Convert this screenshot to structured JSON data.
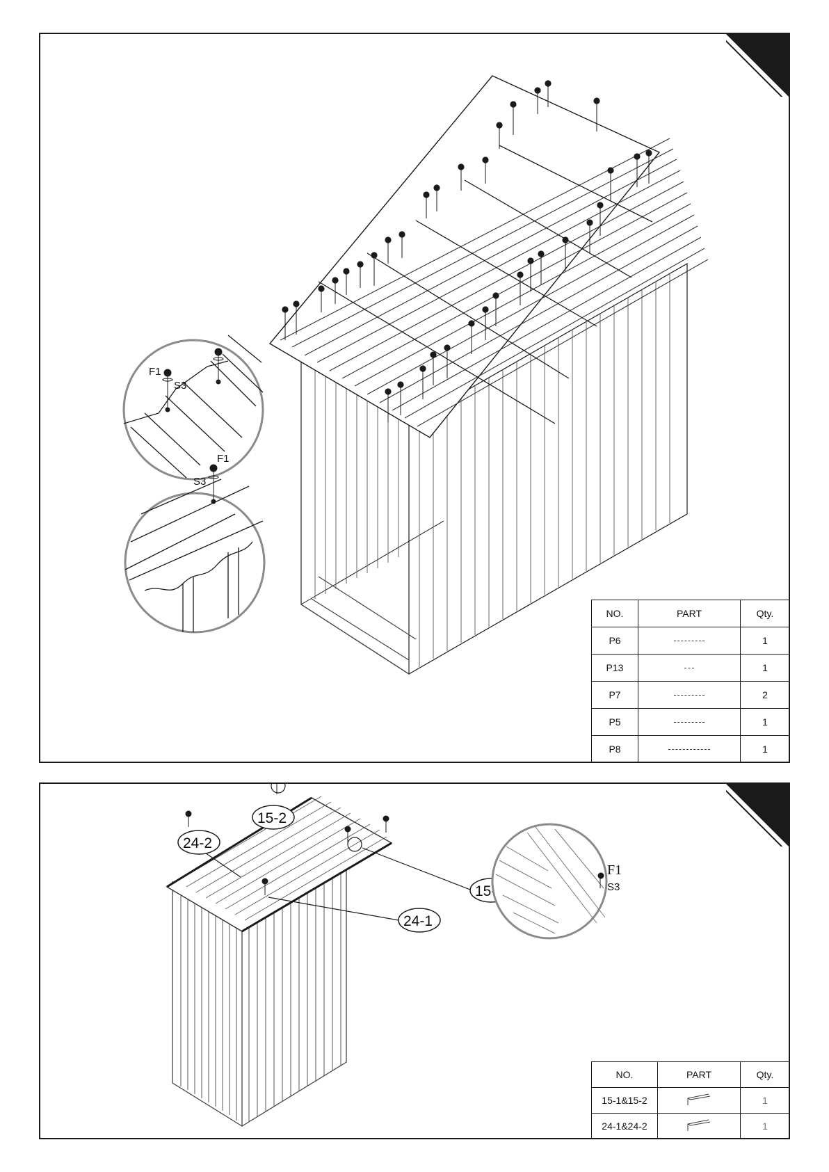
{
  "panel_1": {
    "detail_top": {
      "fastener_label": "F1",
      "screw_label": "S3"
    },
    "detail_bottom": {
      "fastener_label": "F1",
      "screw_label": "S3"
    },
    "parts_table": {
      "headers": [
        "NO.",
        "PART",
        "Qty."
      ],
      "rows": [
        {
          "no": "P6",
          "qty": "1"
        },
        {
          "no": "P13",
          "qty": "1"
        },
        {
          "no": "P7",
          "qty": "2"
        },
        {
          "no": "P5",
          "qty": "1"
        },
        {
          "no": "P8",
          "qty": "1"
        }
      ]
    }
  },
  "panel_2": {
    "callouts": {
      "c_15_2": "15-2",
      "c_24_2": "24-2",
      "c_15_1": "15-1",
      "c_24_1": "24-1"
    },
    "detail": {
      "fastener_label": "F1",
      "screw_label": "S3"
    },
    "parts_table": {
      "headers": [
        "NO.",
        "PART",
        "Qty."
      ],
      "rows": [
        {
          "no": "15-1&15-2",
          "qty": "1"
        },
        {
          "no": "24-1&24-2",
          "qty": "1"
        }
      ]
    }
  },
  "colors": {
    "line": "#1a1a1a",
    "panel_gray": "#777777",
    "circle": "#8a8a8a"
  }
}
